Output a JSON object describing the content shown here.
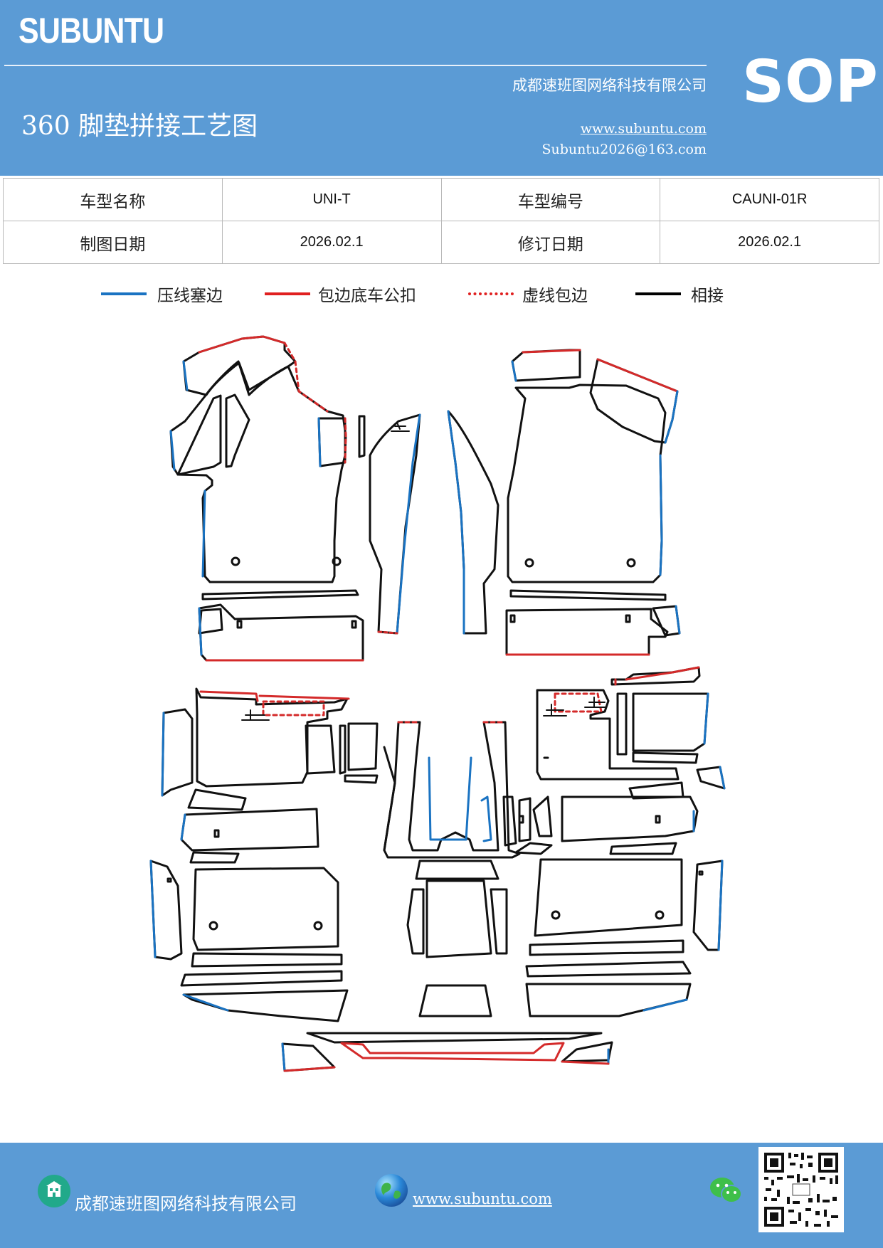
{
  "header": {
    "brand": "SUBUNTU",
    "badge": "SOP",
    "company": "成都速班图网络科技有限公司",
    "title": "360 脚垫拼接工艺图",
    "website": "www.subuntu.com",
    "email": "Subuntu2026@163.com"
  },
  "info": {
    "model_name_label": "车型名称",
    "model_name_value": "UNI-T",
    "model_code_label": "车型编号",
    "model_code_value": "CAUNI-01R",
    "draw_date_label": "制图日期",
    "draw_date_value": "2026.02.1",
    "revise_date_label": "修订日期",
    "revise_date_value": "2026.02.1"
  },
  "legend": [
    {
      "label": "压线塞边",
      "color": "#1a73c2",
      "style": "solid"
    },
    {
      "label": "包边底车公扣",
      "color": "#e02020",
      "style": "solid"
    },
    {
      "label": "虚线包边",
      "color": "#e02020",
      "style": "dashed"
    },
    {
      "label": "相接",
      "color": "#000000",
      "style": "solid"
    }
  ],
  "colors": {
    "brand_blue": "#5b9bd5",
    "press_line": "#1a73c2",
    "binding_red": "#d42a2a",
    "join_black": "#111111"
  },
  "footer": {
    "company": "成都速班图网络科技有限公司",
    "website": "www.subuntu.com",
    "icons": [
      "building-icon",
      "globe-icon",
      "wechat-icon",
      "qr-code"
    ]
  }
}
